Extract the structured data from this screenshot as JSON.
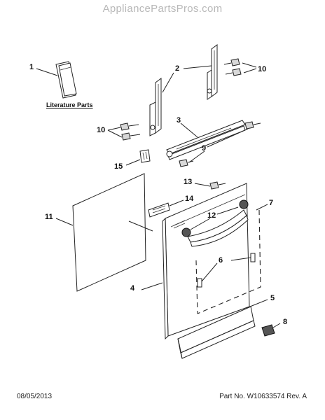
{
  "watermark": "AppliancePartsPros.com",
  "literature_label": "Literature Parts",
  "callouts": {
    "c1": "1",
    "c2": "2",
    "c3": "3",
    "c4": "4",
    "c5": "5",
    "c6": "6",
    "c7": "7",
    "c8": "8",
    "c9": "9",
    "c10a": "10",
    "c10b": "10",
    "c11": "11",
    "c12": "12",
    "c13": "13",
    "c14": "14",
    "c15": "15"
  },
  "footer": {
    "date": "08/05/2013",
    "part_rev": "Part No. W10633574 Rev. A"
  }
}
